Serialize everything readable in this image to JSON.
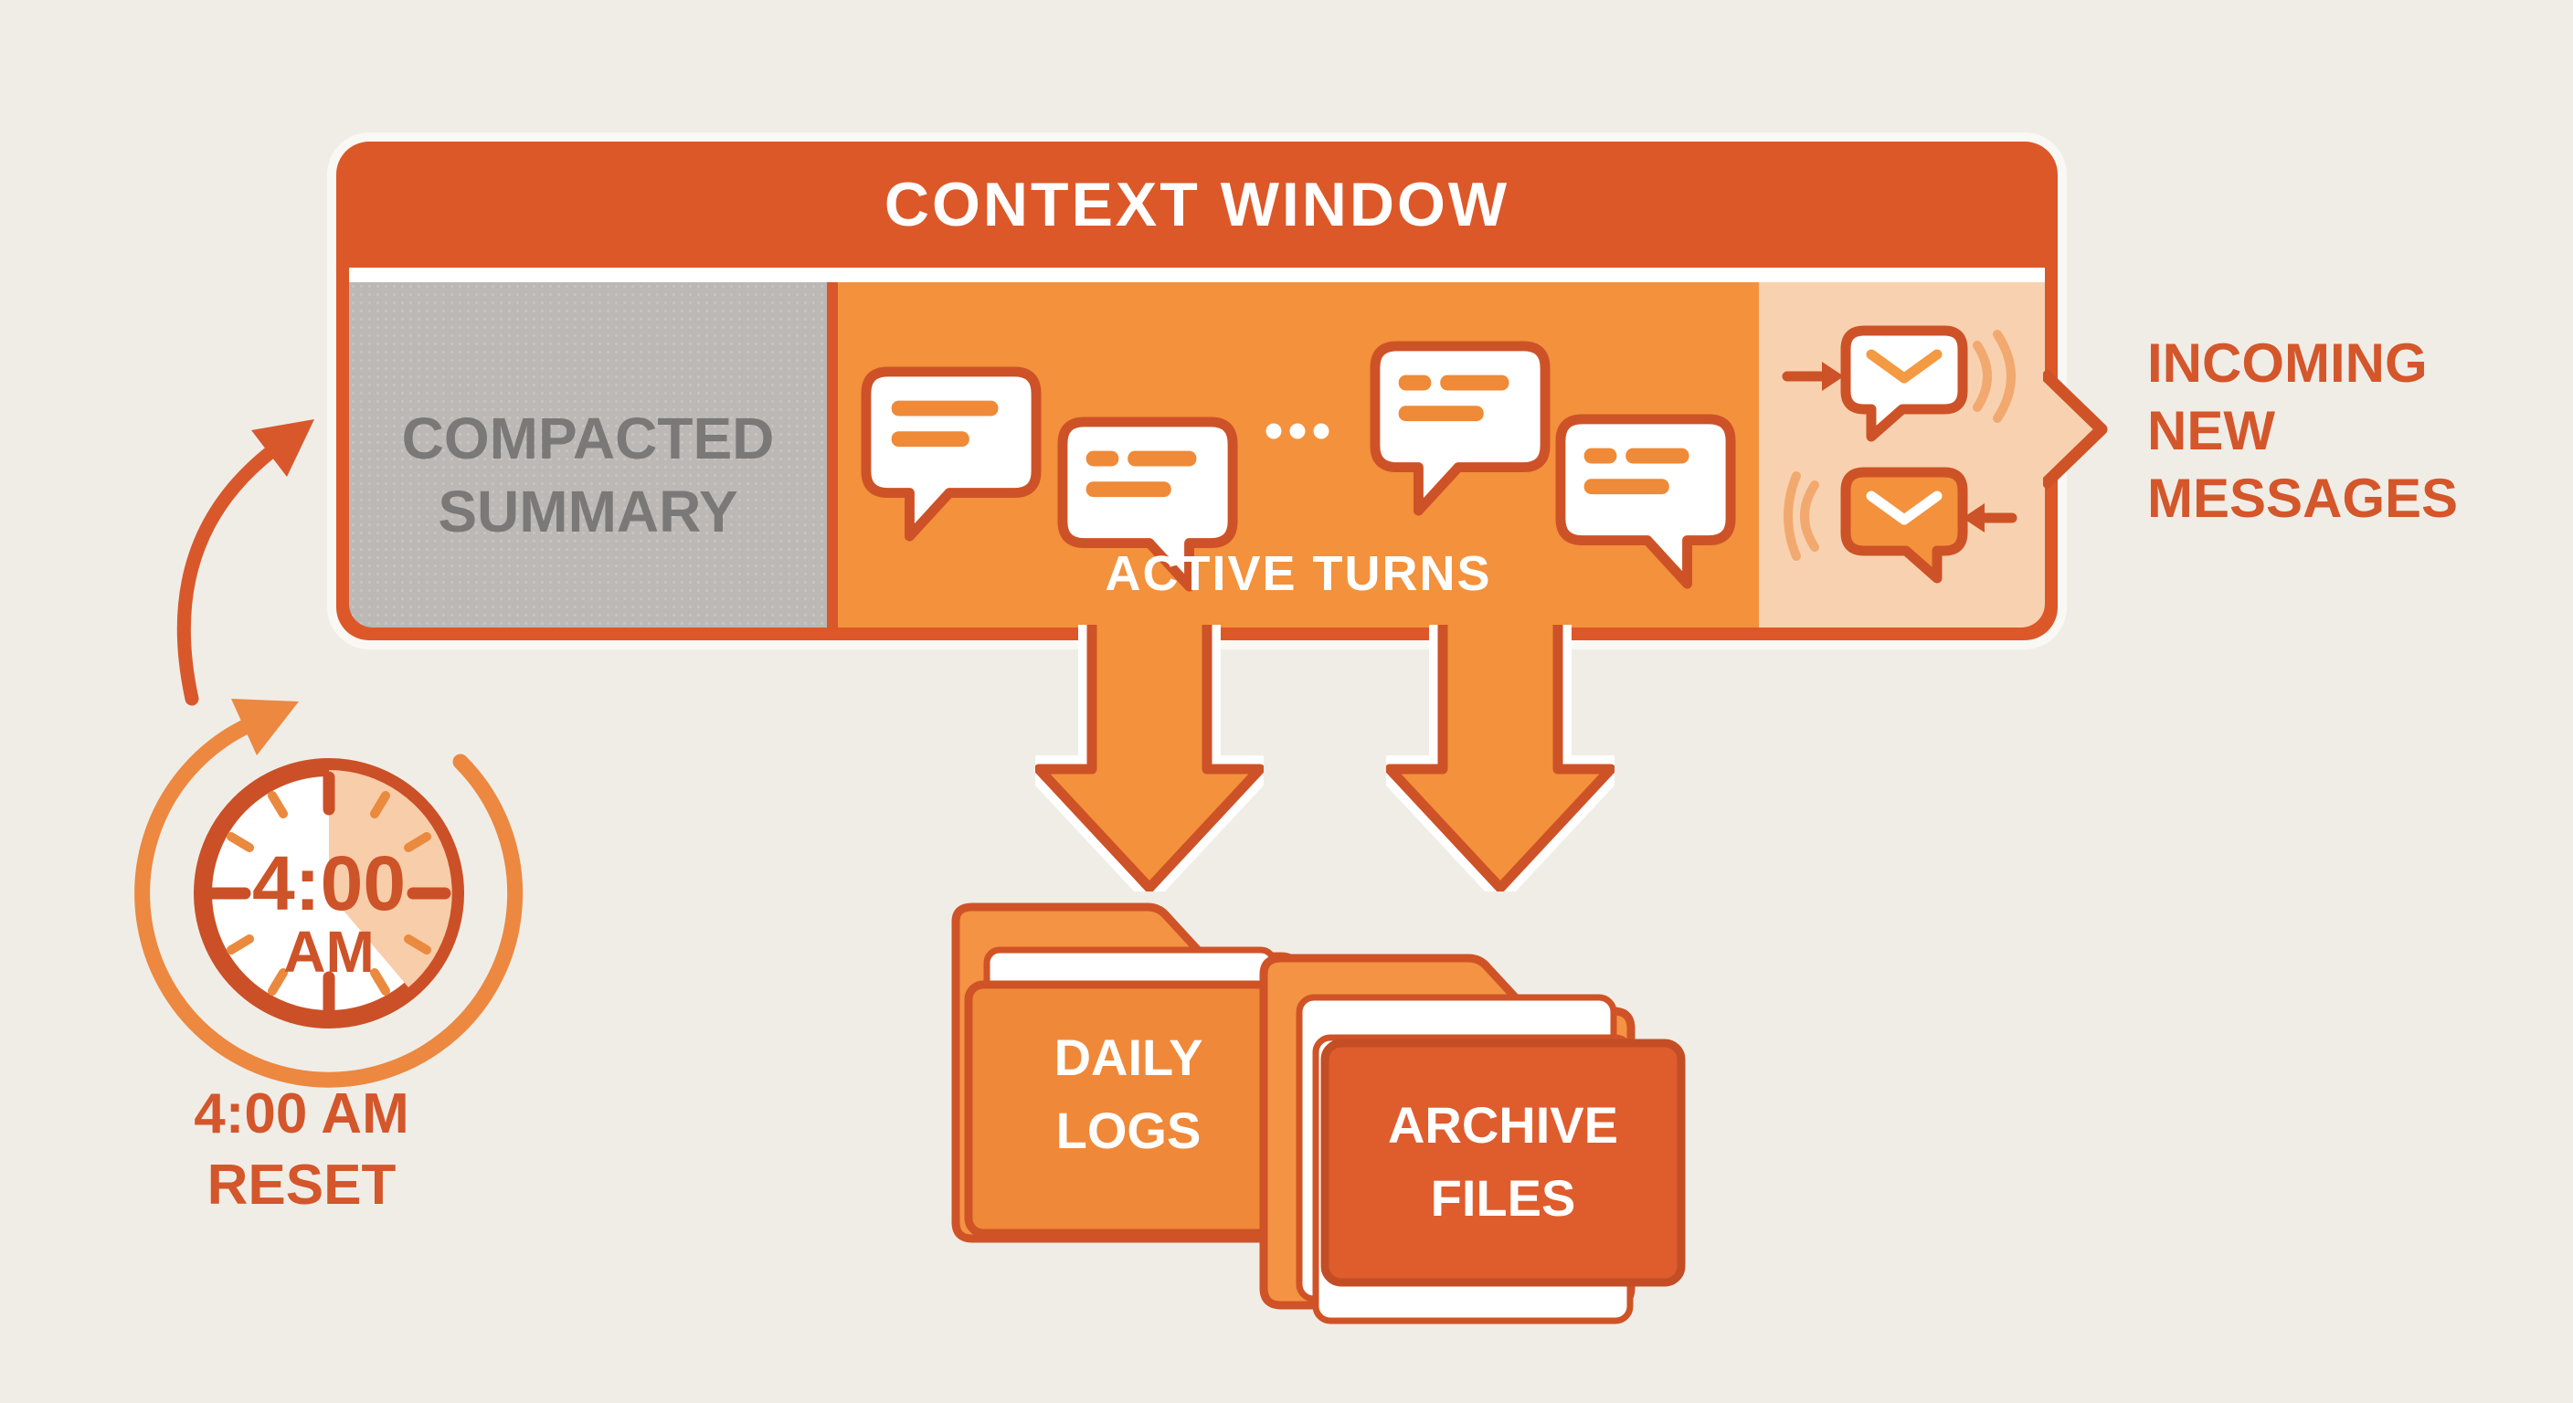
{
  "context_window": {
    "title": "CONTEXT WINDOW",
    "compacted_summary": {
      "lines": [
        "COMPACTED",
        "SUMMARY"
      ]
    },
    "active_turns": {
      "label": "ACTIVE TURNS",
      "ellipsis": "..."
    }
  },
  "incoming_messages": {
    "lines": [
      "INCOMING",
      "NEW",
      "MESSAGES"
    ]
  },
  "clock": {
    "time": "4:00",
    "meridiem": "AM"
  },
  "reset_caption": {
    "lines": [
      "4:00 AM",
      "RESET"
    ]
  },
  "folders": {
    "daily_logs": {
      "lines": [
        "DAILY",
        "LOGS"
      ]
    },
    "archive_files": {
      "lines": [
        "ARCHIVE",
        "FILES"
      ]
    }
  },
  "icons": [
    "chat-bubble-icon",
    "envelope-message-in-icon",
    "envelope-message-out-icon",
    "down-arrow-icon",
    "folder-icon",
    "clock-icon",
    "curved-arrow-icon",
    "incoming-pointer-icon"
  ],
  "colors": {
    "background": "#f0ede7",
    "header_and_border": "#dc5829",
    "accent_dark_orange": "#d4562b",
    "active_orange": "#f3913c",
    "incoming_peach": "#f8d2b0",
    "summary_gray": "#bbb8b5",
    "summary_text_gray": "#7b7977",
    "white": "#ffffff"
  }
}
